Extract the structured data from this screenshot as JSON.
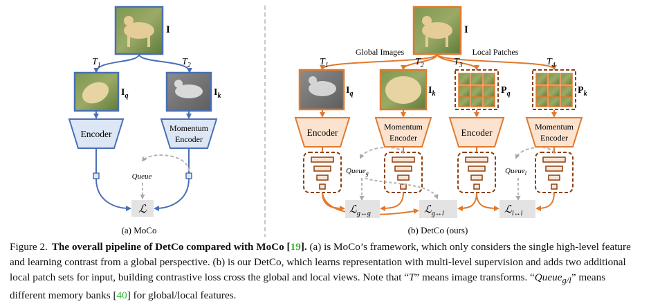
{
  "moco": {
    "image_label": "I",
    "t1": "T",
    "t1_sub": "1",
    "t2": "T",
    "t2_sub": "2",
    "iq": "I",
    "iq_sub": "q",
    "ik": "I",
    "ik_sub": "k",
    "encoder": "Encoder",
    "momentum_line1": "Momentum",
    "momentum_line2": "Encoder",
    "queue": "Queue",
    "loss": "ℒ",
    "sublabel": "(a) MoCo"
  },
  "detco": {
    "image_label": "I",
    "global_images": "Global Images",
    "local_patches": "Local Patches",
    "t1": "T",
    "t1_sub": "1",
    "t2": "T",
    "t2_sub": "2",
    "t3": "T",
    "t3_sub": "3",
    "t4": "T",
    "t4_sub": "4",
    "iq": "I",
    "iq_sub": "q",
    "ik": "I",
    "ik_sub": "k",
    "pq": "P",
    "pq_sub": "q",
    "pk": "P",
    "pk_sub": "k",
    "encoder1": "Encoder",
    "momentum1_line1": "Momentum",
    "momentum1_line2": "Encoder",
    "encoder2": "Encoder",
    "momentum2_line1": "Momentum",
    "momentum2_line2": "Encoder",
    "queue_g": "Queue",
    "queue_g_sub": "g",
    "queue_l": "Queue",
    "queue_l_sub": "l",
    "loss1": "ℒ",
    "loss1_sub": "g↔g",
    "loss2": "ℒ",
    "loss2_sub": "g↔l",
    "loss3": "ℒ",
    "loss3_sub": "l↔l",
    "sublabel": "(b) DetCo (ours)"
  },
  "caption": {
    "figure_no": "Figure 2.",
    "bold_title": "The overall pipeline of DetCo compared with MoCo [",
    "ref1": "19",
    "bold_end": "].",
    "text1": "(a) is MoCo’s framework, which only considers the single high-level feature and learning contrast from a global perspective. (b) is our DetCo, which learns representation with multi-level supervision and adds two additional local patch sets for input, building contrastive loss cross the global and local views. Note that “",
    "t_symbol": "T",
    "text2": "” means image transforms. “",
    "queue_symbol": "Queue",
    "queue_sub": "g/l",
    "text3": "” means different memory banks [",
    "ref2": "40",
    "text4": "] for global/local features."
  },
  "colors": {
    "moco_blue": "#4a6fb5",
    "moco_fill": "#dde6f4",
    "detco_orange": "#e07a2e",
    "detco_fill": "#fbe3d0",
    "dark_orange": "#8a3e12",
    "queue_gray": "#b5b5b5",
    "loss_fill": "#e3e3e3",
    "ref_green": "#35b335"
  }
}
